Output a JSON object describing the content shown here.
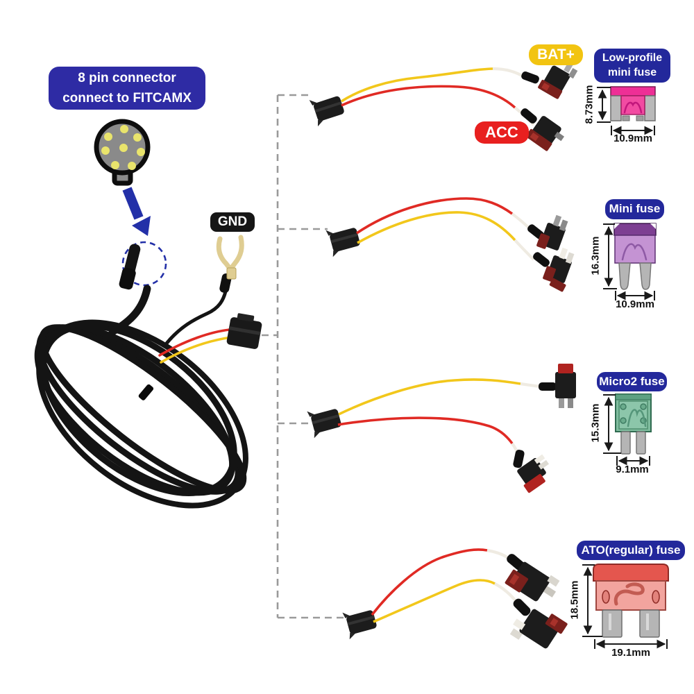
{
  "callout": {
    "line1": "8 pin connector",
    "line2": "connect to FITCAMX"
  },
  "wire_labels": {
    "bat": "BAT+",
    "acc": "ACC",
    "gnd": "GND"
  },
  "fuse_sections": [
    {
      "name": "Low-profile mini fuse",
      "name_line1": "Low-profile",
      "name_line2": "mini fuse",
      "height": "8.73mm",
      "width": "10.9mm",
      "fuse_color": "#f24ba2"
    },
    {
      "name": "Mini fuse",
      "name_line1": "Mini fuse",
      "name_line2": "",
      "height": "16.3mm",
      "width": "10.9mm",
      "fuse_color": "#c493d3"
    },
    {
      "name": "Micro2 fuse",
      "name_line1": "Micro2 fuse",
      "name_line2": "",
      "height": "15.3mm",
      "width": "9.1mm",
      "fuse_color": "#7fbc9e"
    },
    {
      "name": "ATO(regular) fuse",
      "name_line1": "ATO(regular) fuse",
      "name_line2": "",
      "height": "18.5mm",
      "width": "19.1mm",
      "fuse_color": "#f2a49e"
    }
  ],
  "colors": {
    "label_blue": "#2b2b9e",
    "label_yellow": "#f2c411",
    "label_red": "#e8201f",
    "label_black": "#161616",
    "wire_yellow": "#f2c71b",
    "wire_red": "#e02a24",
    "arrow_blue": "#2330a8",
    "connector_pin_yellow": "#e9e46c"
  }
}
